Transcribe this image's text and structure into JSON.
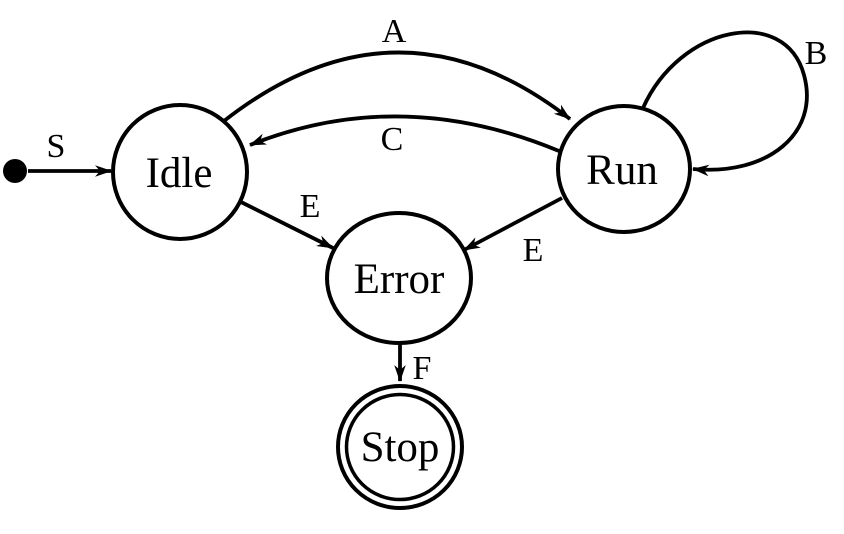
{
  "colors": {
    "ink": "#000000",
    "background": "#ffffff"
  },
  "states": {
    "idle": {
      "label": "Idle",
      "kind": "normal"
    },
    "run": {
      "label": "Run",
      "kind": "normal"
    },
    "error": {
      "label": "Error",
      "kind": "normal"
    },
    "stop": {
      "label": "Stop",
      "kind": "accepting"
    }
  },
  "initial_state": "idle",
  "transitions": {
    "start_to_idle": {
      "from": "start",
      "to": "idle",
      "label": "S"
    },
    "idle_to_run": {
      "from": "idle",
      "to": "run",
      "label": "A"
    },
    "run_to_idle": {
      "from": "run",
      "to": "idle",
      "label": "C"
    },
    "run_to_run": {
      "from": "run",
      "to": "run",
      "label": "B"
    },
    "idle_to_error": {
      "from": "idle",
      "to": "error",
      "label": "E"
    },
    "run_to_error": {
      "from": "run",
      "to": "error",
      "label": "E"
    },
    "error_to_stop": {
      "from": "error",
      "to": "stop",
      "label": "F"
    }
  }
}
